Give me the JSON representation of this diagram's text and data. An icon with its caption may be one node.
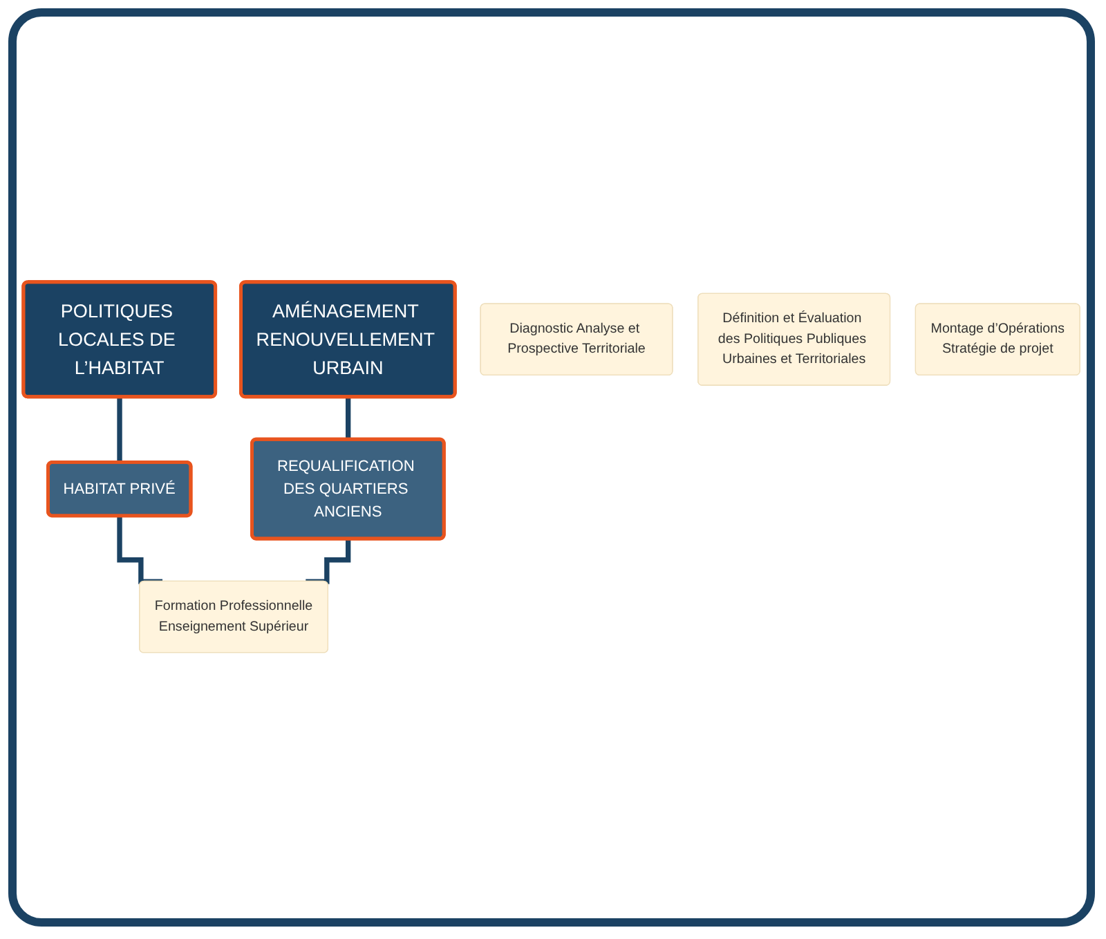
{
  "diagram": {
    "nodes": [
      {
        "text": [
          "POLITIQUES LOCALES DE L’HABITAT"
        ]
      },
      {
        "text": [
          "AMÉNAGEMENT RENOUVELLEMENT URBAIN"
        ]
      },
      {
        "text": [
          "HABITAT PRIVÉ"
        ]
      },
      {
        "text": [
          "REQUALIFICATION DES QUARTIERS ANCIENS"
        ]
      },
      {
        "text": [
          "Diagnostic Analyse et Prospective Territoriale"
        ]
      },
      {
        "text": [
          "Définition et Évaluation des Politiques Publiques Urbaines et Territoriales"
        ]
      },
      {
        "text": [
          "Montage d’Opérations",
          "Stratégie de projet"
        ]
      },
      {
        "text": [
          "Formation Professionnelle",
          "Enseignement Supérieur"
        ]
      }
    ],
    "edges": [
      {
        "from": 0,
        "to": 2,
        "arrow": "none"
      },
      {
        "from": 1,
        "to": 3,
        "arrow": "none"
      },
      {
        "from": 2,
        "to": 7,
        "arrow": "none"
      },
      {
        "from": 3,
        "to": 7,
        "arrow": "none"
      }
    ]
  }
}
